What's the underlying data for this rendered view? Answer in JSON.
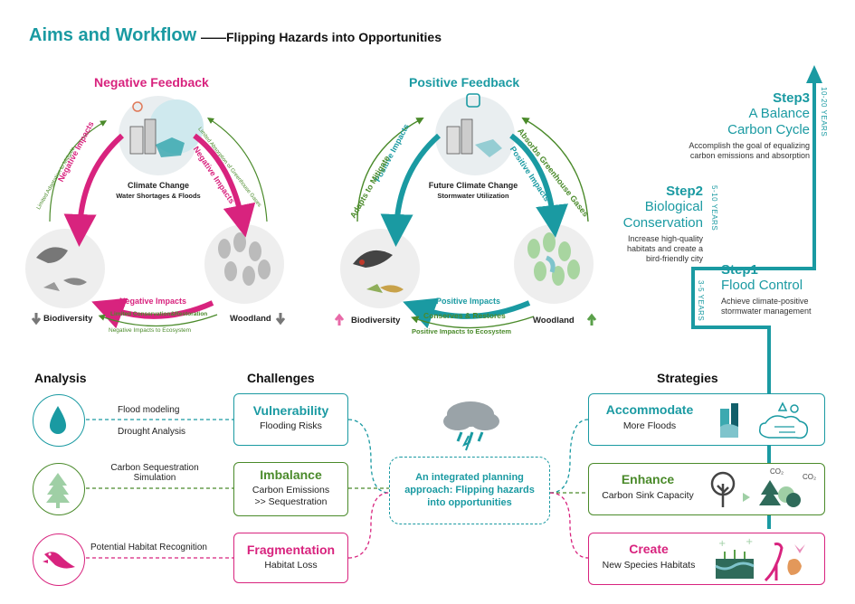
{
  "title": {
    "main": "Aims and Workflow",
    "sub": "——Flipping Hazards into Opportunities"
  },
  "negative": {
    "title": "Negative Feedback",
    "center_title": "Climate Change",
    "center_sub": "Water Shortages & Floods",
    "arc_left": "Negative Impacts",
    "arc_right": "Negative Impacts",
    "arc_bottom": "Negative Impacts",
    "outer_left": "Limited Adaptation to Mitigate",
    "outer_right": "Limited Absorption of Greenhouse Gases",
    "outer_bottom_1": "Limited  Conservation&Restoration",
    "outer_bottom_2": "Negative Impacts to Ecosystem",
    "node_left": "Biodiversity",
    "node_right": "Woodland"
  },
  "positive": {
    "title": "Positive Feedback",
    "center_title": "Future Climate Change",
    "center_sub": "Stormwater Utilization",
    "arc_left": "Positive Impacts",
    "arc_right": "Positive Impacts",
    "arc_bottom": "Positive Impacts",
    "outer_left": "Adapts to Mitigate",
    "outer_right": "Absorbs Greenhouse Gases",
    "outer_bottom_1": "Conserves & Restores",
    "outer_bottom_2": "Positive Impacts to Ecosystem",
    "node_left": "Biodiversity",
    "node_right": "Woodland"
  },
  "steps": [
    {
      "head": "Step3",
      "title_1": "A Balance",
      "title_2": "Carbon Cycle",
      "desc_1": "Accomplish the goal of equalizing",
      "desc_2": "carbon emissions and absorption",
      "years": "10-20 YEARS"
    },
    {
      "head": "Step2",
      "title_1": "Biological",
      "title_2": "Conservation",
      "desc_1": "Increase high-quality",
      "desc_2": "habitats and create a",
      "desc_3": "bird-friendly city",
      "years": "5-10 YEARS"
    },
    {
      "head": "Step1",
      "title_1": "Flood Control",
      "desc_1": "Achieve climate-positive",
      "desc_2": "stormwater management",
      "years": "3-5 YEARS"
    }
  ],
  "sections": {
    "analysis": "Analysis",
    "challenges": "Challenges",
    "strategies": "Strategies"
  },
  "analysis": {
    "flood": "Flood modeling",
    "drought": "Drought Analysis",
    "carbon_1": "Carbon Sequestration",
    "carbon_2": "Simulation",
    "habitat": "Potential Habitat Recognition"
  },
  "challenges": [
    {
      "title": "Vulnerability",
      "sub_1": "Flooding Risks"
    },
    {
      "title": "Imbalance",
      "sub_1": "Carbon Emissions",
      "sub_2": ">> Sequestration"
    },
    {
      "title": "Fragmentation",
      "sub_1": "Habitat Loss"
    }
  ],
  "center_box": {
    "line1": "An integrated planning",
    "line2": "approach: Flipping hazards",
    "line3": "into opportunities"
  },
  "strategies": [
    {
      "title": "Accommodate",
      "sub": "More Floods"
    },
    {
      "title": "Enhance",
      "sub": "Carbon Sink Capacity",
      "co2_a": "CO₂",
      "co2_b": "CO₂"
    },
    {
      "title": "Create",
      "sub": "New Species Habitats"
    }
  ],
  "colors": {
    "teal": "#1a9aa2",
    "green": "#4a8a2a",
    "magenta": "#d8237e",
    "gray": "#888888"
  }
}
